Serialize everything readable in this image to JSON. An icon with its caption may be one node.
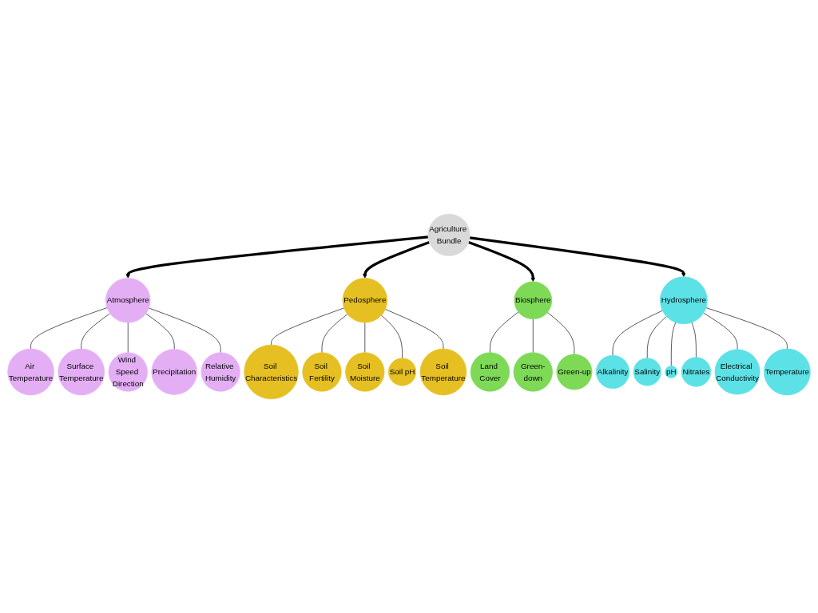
{
  "diagram": {
    "nodes": [
      {
        "text": [
          "Agriculture Bundle"
        ]
      },
      {
        "text": [
          "Atmosphere"
        ]
      },
      {
        "text": [
          "Air Temperature"
        ]
      },
      {
        "text": [
          "Surface Temperature"
        ]
      },
      {
        "text": [
          "Wind Speed Direction"
        ]
      },
      {
        "text": [
          "Precipitation"
        ]
      },
      {
        "text": [
          "Relative Humidity"
        ]
      },
      {
        "text": [
          "Pedosphere"
        ]
      },
      {
        "text": [
          "Soil Characteristics"
        ]
      },
      {
        "text": [
          "Soil Fertility"
        ]
      },
      {
        "text": [
          "Soil Moisture"
        ]
      },
      {
        "text": [
          "Soil pH"
        ]
      },
      {
        "text": [
          "Soil Temperature"
        ]
      },
      {
        "text": [
          "Biosphere"
        ]
      },
      {
        "text": [
          "Land Cover"
        ]
      },
      {
        "text": [
          "Green-down"
        ]
      },
      {
        "text": [
          "Green-up"
        ]
      },
      {
        "text": [
          "Hydrosphere"
        ]
      },
      {
        "text": [
          "Alkalinity"
        ]
      },
      {
        "text": [
          "Salinity"
        ]
      },
      {
        "text": [
          "pH"
        ]
      },
      {
        "text": [
          "Nitrates"
        ]
      },
      {
        "text": [
          "Electrical Conductivity"
        ]
      },
      {
        "text": [
          "Temperature"
        ]
      }
    ],
    "edges": [
      {
        "from": 0,
        "to": 1,
        "arrow": "to",
        "style": "thick"
      },
      {
        "from": 0,
        "to": 7,
        "arrow": "to",
        "style": "thick"
      },
      {
        "from": 0,
        "to": 13,
        "arrow": "to",
        "style": "thick"
      },
      {
        "from": 0,
        "to": 17,
        "arrow": "to",
        "style": "thick"
      },
      {
        "from": 1,
        "to": 2,
        "arrow": "none"
      },
      {
        "from": 1,
        "to": 3,
        "arrow": "none"
      },
      {
        "from": 1,
        "to": 4,
        "arrow": "none"
      },
      {
        "from": 1,
        "to": 5,
        "arrow": "none"
      },
      {
        "from": 1,
        "to": 6,
        "arrow": "none"
      },
      {
        "from": 7,
        "to": 8,
        "arrow": "none"
      },
      {
        "from": 7,
        "to": 9,
        "arrow": "none"
      },
      {
        "from": 7,
        "to": 10,
        "arrow": "none"
      },
      {
        "from": 7,
        "to": 11,
        "arrow": "none"
      },
      {
        "from": 7,
        "to": 12,
        "arrow": "none"
      },
      {
        "from": 13,
        "to": 14,
        "arrow": "none"
      },
      {
        "from": 13,
        "to": 15,
        "arrow": "none"
      },
      {
        "from": 13,
        "to": 16,
        "arrow": "none"
      },
      {
        "from": 17,
        "to": 18,
        "arrow": "none"
      },
      {
        "from": 17,
        "to": 19,
        "arrow": "none"
      },
      {
        "from": 17,
        "to": 20,
        "arrow": "none"
      },
      {
        "from": 17,
        "to": 21,
        "arrow": "none"
      },
      {
        "from": 17,
        "to": 22,
        "arrow": "none"
      },
      {
        "from": 17,
        "to": 23,
        "arrow": "none"
      }
    ]
  }
}
